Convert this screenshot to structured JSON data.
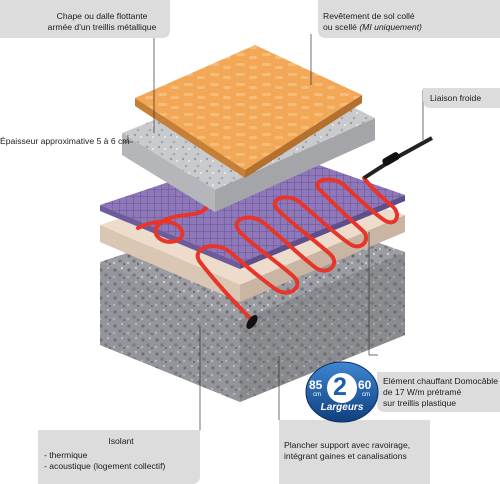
{
  "labels": {
    "chape_line1": "Chape ou dalle flottante",
    "chape_line2": "armée d'un treillis métallique",
    "revetement_line1": "Revêtement de sol collé",
    "revetement_line2_prefix": "ou scellé ",
    "revetement_line2_italic": "(MI uniquement)",
    "liaison": "Liaison froide",
    "epaisseur": "Épaisseur approximative 5 à 6 cm",
    "element_line1": "Elément chauffant Domocâble",
    "element_line2": "de 17 W/m  prétramé",
    "element_line3": "sur treillis plastique",
    "isolant_title": "Isolant",
    "isolant_item1": "- thermique",
    "isolant_item2": "- acoustique (logement collectif)",
    "plancher_line1": "Plancher support avec ravoirage,",
    "plancher_line2": "intégrant gaines et canalisations"
  },
  "badge": {
    "left_number": "85",
    "left_unit": "cm",
    "center_number": "2",
    "right_number": "60",
    "right_unit": "cm",
    "word": "Largeurs"
  },
  "colors": {
    "tile": "#f2a857",
    "mesh": "#8a73b5",
    "cable": "#e8352a",
    "granite": "#a9a9ad",
    "callout_box": "#dcdcdc",
    "badge_blue": "#1d5fa8"
  }
}
